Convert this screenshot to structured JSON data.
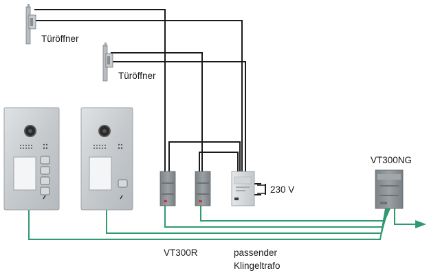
{
  "labels": {
    "door_opener_1": "Türöffner",
    "door_opener_2": "Türöffner",
    "voltage": "230 V",
    "gateway": "VT300NG",
    "relay": "VT300R",
    "transformer_line1": "passender",
    "transformer_line2": "Klingeltrafo"
  },
  "colors": {
    "wire_black": "#1a1a1a",
    "wire_green": "#2e9a6f",
    "panel_steel": "#c9cdd0",
    "module_grey": "#8e9397",
    "led_red": "#c0392b"
  }
}
